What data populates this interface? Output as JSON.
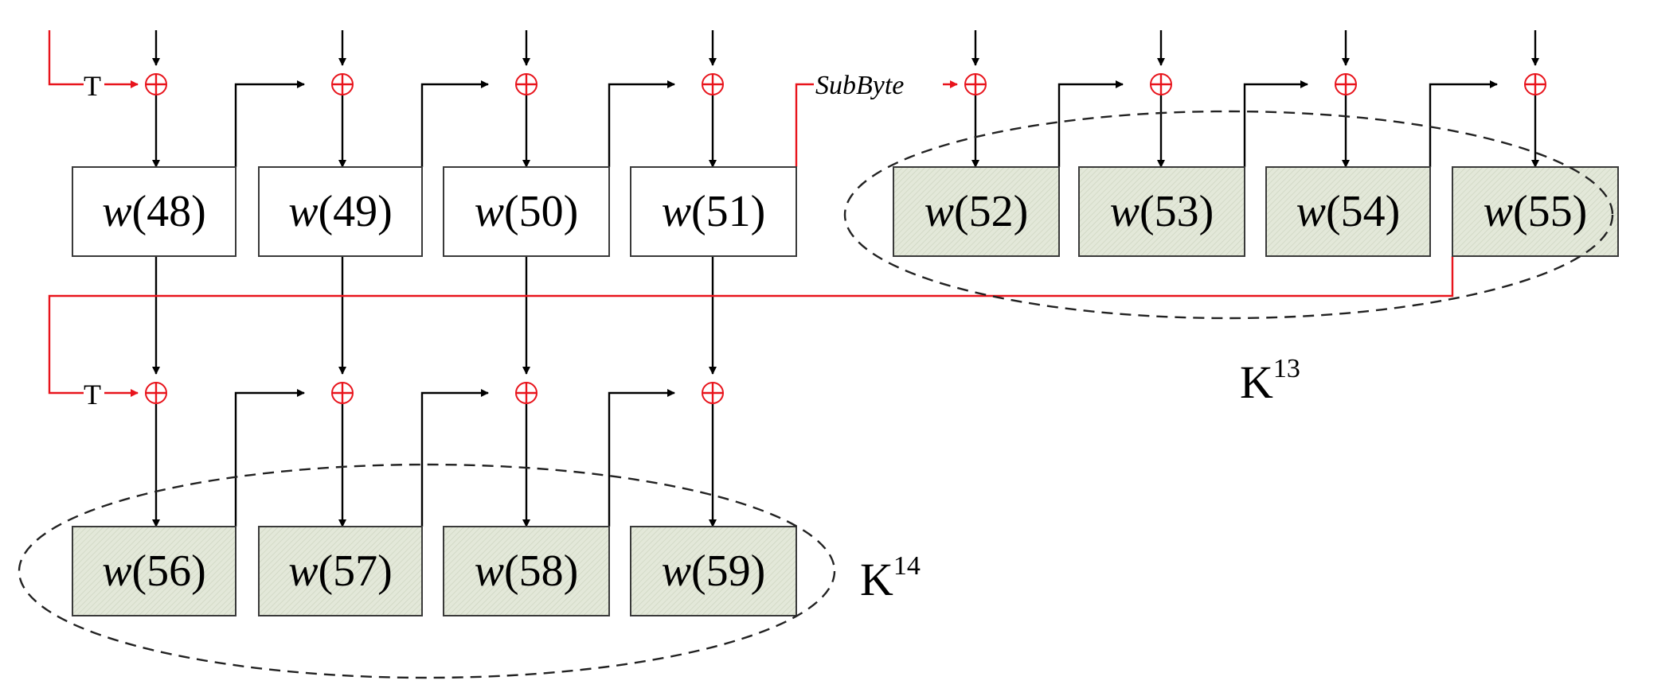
{
  "boxes_row1_plain": [
    {
      "prefix": "w",
      "num": "(48)"
    },
    {
      "prefix": "w",
      "num": "(49)"
    },
    {
      "prefix": "w",
      "num": "(50)"
    },
    {
      "prefix": "w",
      "num": "(51)"
    }
  ],
  "boxes_row1_shaded": [
    {
      "prefix": "w",
      "num": "(52)"
    },
    {
      "prefix": "w",
      "num": "(53)"
    },
    {
      "prefix": "w",
      "num": "(54)"
    },
    {
      "prefix": "w",
      "num": "(55)"
    }
  ],
  "boxes_row2_shaded": [
    {
      "prefix": "w",
      "num": "(56)"
    },
    {
      "prefix": "w",
      "num": "(57)"
    },
    {
      "prefix": "w",
      "num": "(58)"
    },
    {
      "prefix": "w",
      "num": "(59)"
    }
  ],
  "labels": {
    "t_top": "T",
    "t_bottom": "T",
    "subbyte": "SubByte",
    "k13_base": "K",
    "k13_sup": "13",
    "k14_base": "K",
    "k14_sup": "14"
  },
  "colors": {
    "red_line": "#e8141c",
    "box_shaded_fill": "#e3e8d9",
    "box_border": "#3a3a3a"
  }
}
